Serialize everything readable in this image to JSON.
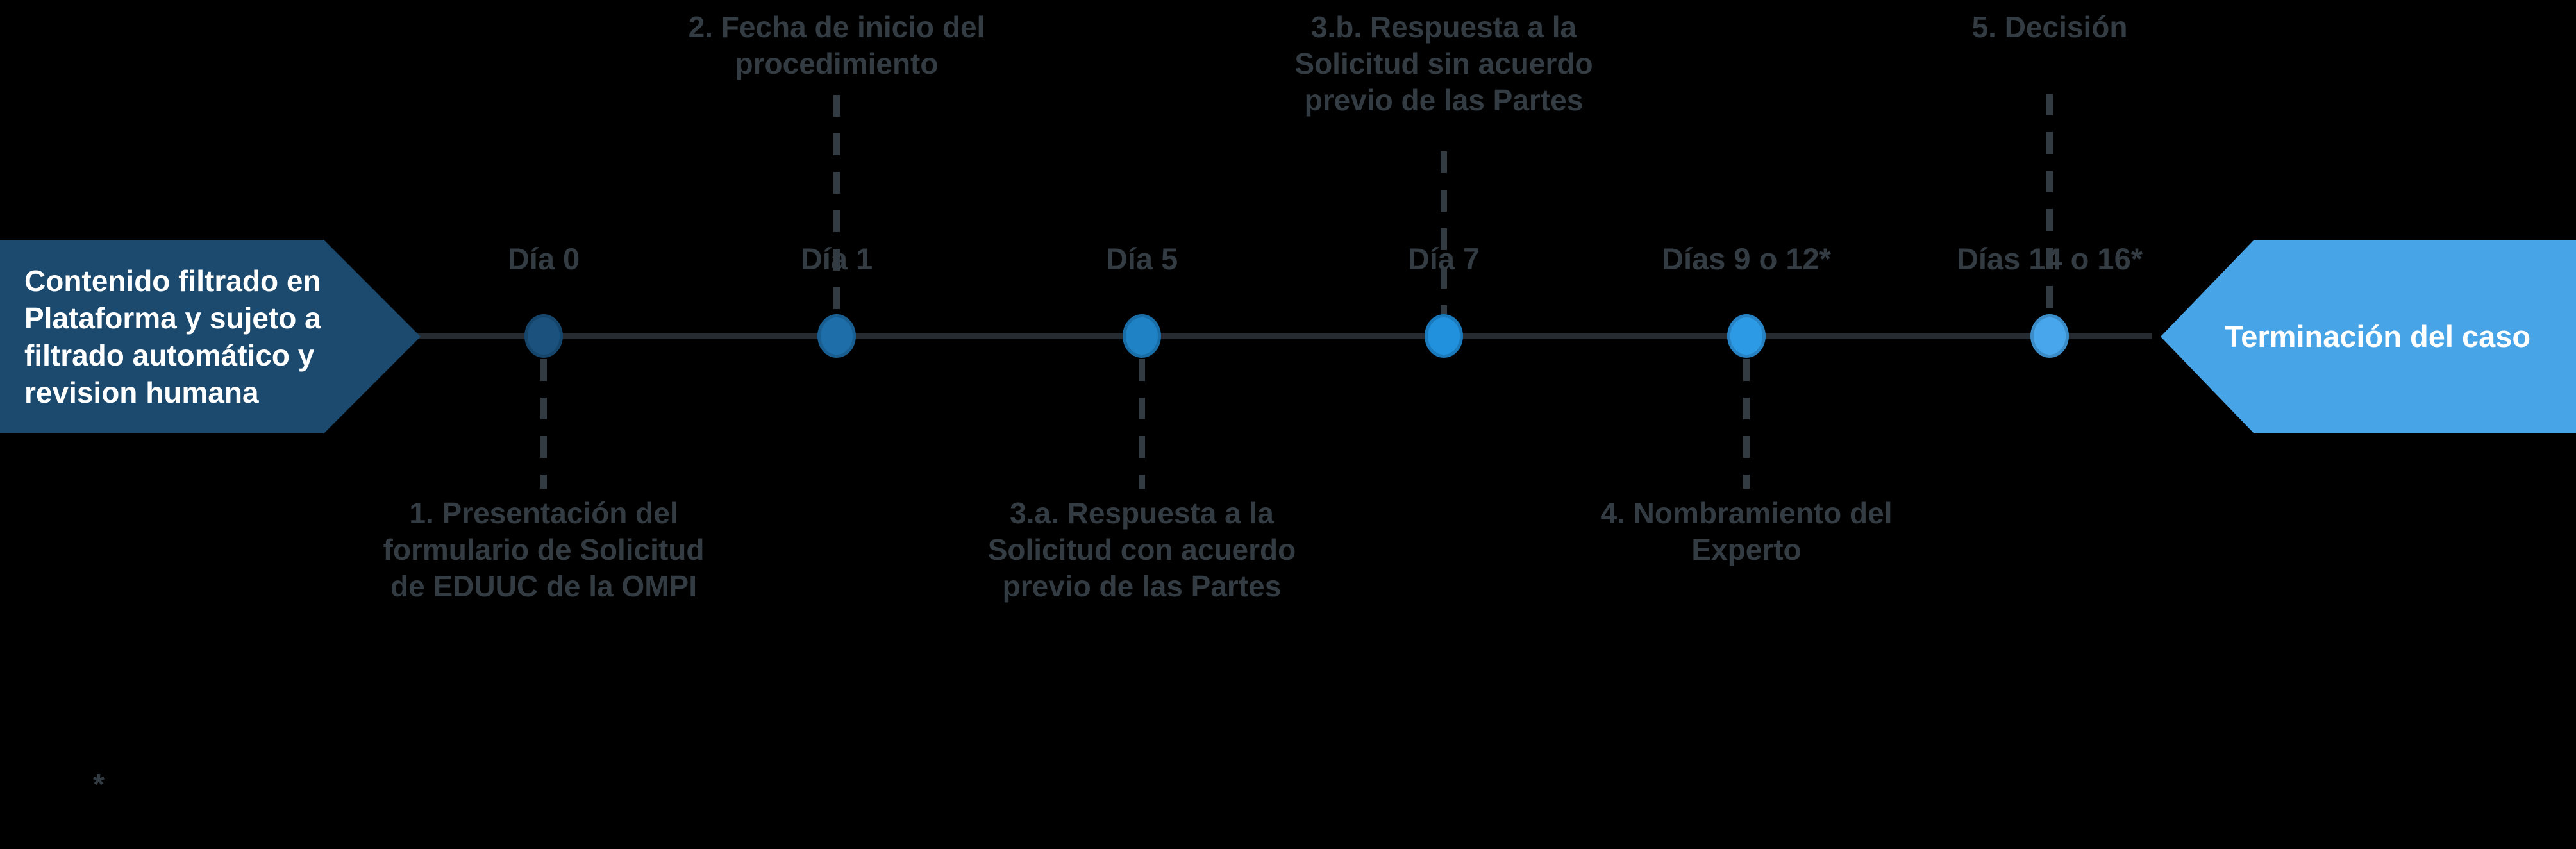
{
  "colors": {
    "background": "#000000",
    "label_gray": "#343c43",
    "timeline_line": "#252b31",
    "connector_dash": "#333b42",
    "start_banner_fill": "#1b4a6e",
    "end_banner_fill": "#47a5e7",
    "banner_text": "#ffffff"
  },
  "start_banner": {
    "label": "Contenido filtrado en\nPlataforma y sujeto a\nfiltrado automático y\nrevision humana"
  },
  "end_banner": {
    "label": "Terminación del caso"
  },
  "timeline": {
    "milestones": [
      {
        "day": "Día 0",
        "event": "1. Presentación del\nformulario de Solicitud\nde EDUUC de la OMPI",
        "event_position": "below",
        "dot": {
          "fill": "#1a517d",
          "stroke": "#16456b"
        }
      },
      {
        "day": "Día 1",
        "event": "2. Fecha de inicio del\nprocedimiento",
        "event_position": "above",
        "dot": {
          "fill": "#1e6ea9",
          "stroke": "#195e90"
        }
      },
      {
        "day": "Día 5",
        "event": "3.a. Respuesta a la\nSolicitud con acuerdo\nprevio de las Partes",
        "event_position": "below",
        "dot": {
          "fill": "#1f82c5",
          "stroke": "#1a6ea7"
        }
      },
      {
        "day": "Día 7",
        "event": "3.b. Respuesta a la\nSolicitud sin acuerdo\nprevio de las Partes",
        "event_position": "above",
        "dot": {
          "fill": "#2191de",
          "stroke": "#1b7abc"
        }
      },
      {
        "day": "Días 9 o 12*",
        "event": "4. Nombramiento del\nExperto",
        "event_position": "below",
        "dot": {
          "fill": "#2d9ae6",
          "stroke": "#2682c2"
        }
      },
      {
        "day": "Días 14 o 16*",
        "event": "5. Decisión",
        "event_position": "above",
        "dot": {
          "fill": "#48a7ec",
          "stroke": "#3c8dc7"
        }
      }
    ]
  },
  "footnote": {
    "marker": "*"
  }
}
